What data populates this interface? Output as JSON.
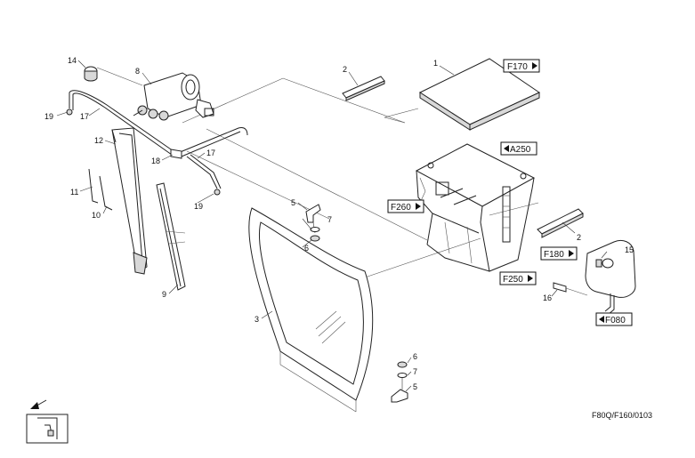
{
  "drawing_code": "F80Q/F160/0103",
  "callouts": {
    "c1": "1",
    "c2a": "2",
    "c2b": "2",
    "c3": "3",
    "c5a": "5",
    "c5b": "5",
    "c6a": "6",
    "c6b": "6",
    "c7a": "7",
    "c7b": "7",
    "c8": "8",
    "c9": "9",
    "c10": "10",
    "c11": "11",
    "c12": "12",
    "c14": "14",
    "c15": "15",
    "c16": "16",
    "c17a": "17",
    "c17b": "17",
    "c18": "18",
    "c19a": "19",
    "c19b": "19"
  },
  "refs": {
    "f170": "F170",
    "a250": "A250",
    "f260": "F260",
    "f180": "F180",
    "f250": "F250",
    "f080": "F080"
  },
  "arrow_dirs": {
    "f170": "right",
    "a250": "left",
    "f260": "right",
    "f180": "right",
    "f250": "right",
    "f080": "left"
  }
}
